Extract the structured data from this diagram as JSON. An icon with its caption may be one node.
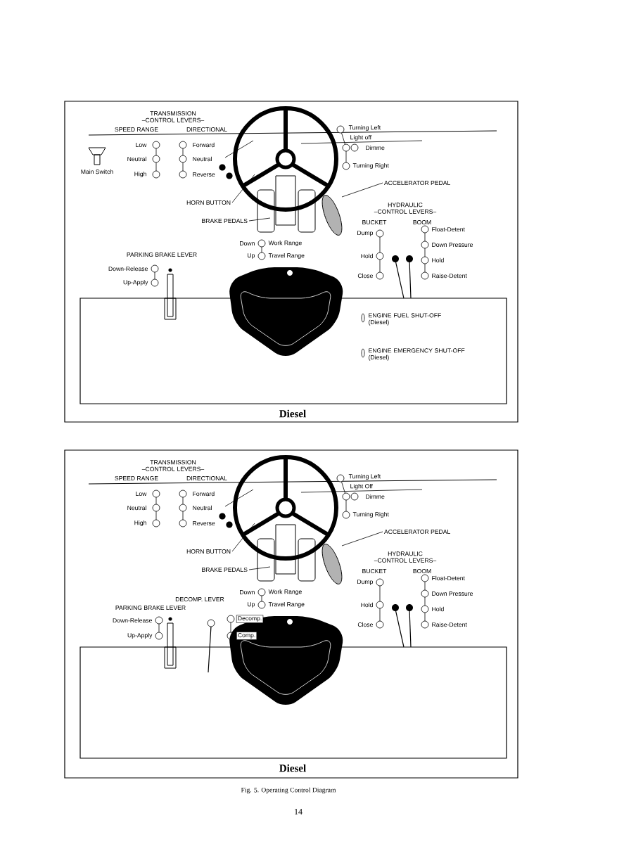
{
  "diagram": {
    "caption": "Fig. 5. Operating Control Diagram",
    "nodes": [
      {
        "text": [
          "HORN BUTTON"
        ]
      },
      {
        "text": [
          "BRAKE PEDALS"
        ]
      },
      {
        "text": [
          "ACCELERATOR PEDAL"
        ]
      },
      {
        "text": [
          "HORN BUTTON"
        ]
      },
      {
        "text": [
          "BRAKE PEDALS"
        ]
      },
      {
        "text": [
          "ACCELERATOR PEDAL"
        ]
      }
    ],
    "edges": [
      {
        "from": 0,
        "to": null,
        "arrow": "none"
      },
      {
        "from": 1,
        "to": null,
        "arrow": "none"
      },
      {
        "from": 2,
        "to": null,
        "arrow": "none"
      },
      {
        "from": 3,
        "to": null,
        "arrow": "none"
      },
      {
        "from": 4,
        "to": null,
        "arrow": "none"
      },
      {
        "from": 5,
        "to": null,
        "arrow": "none"
      }
    ],
    "labels": [
      "TRANSMISSION –CONTROL LEVERS–",
      "SPEED RANGE",
      "DIRECTIONAL",
      "Main Switch",
      "Low",
      "Neutral",
      "High",
      "Forward",
      "Neutral",
      "Reverse",
      "Turning Left",
      "Light off",
      "Dimme",
      "Turning Right",
      "HYDRAULIC –CONTROL LEVERS–",
      "BUCKET",
      "BOOM",
      "Dump",
      "Float-Detent",
      "Down Pressure",
      "Hold",
      "Hold",
      "Close",
      "Raise-Detent",
      "Down",
      "Work Range",
      "PARKING BRAKE LEVER",
      "Up",
      "Travel Range",
      "Down-Release",
      "Up-Apply",
      "ENGINE FUEL SHUT-OFF (Diesel)",
      "ENGINE EMERGENCY SHUT-OFF (Diesel)",
      "Diesel",
      "TRANSMISSION –CONTROL LEVERS–",
      "SPEED RANGE",
      "DIRECTIONAL",
      "Low",
      "Neutral",
      "High",
      "Forward",
      "Neutral",
      "Reverse",
      "Turning Left",
      "Light Off",
      "Dimme",
      "Turning Right",
      "HYDRAULIC –CONTROL LEVERS–",
      "BUCKET",
      "BOOM",
      "Dump",
      "Float-Detent",
      "Down Pressure",
      "Hold",
      "Hold",
      "Close",
      "Raise-Detent",
      "Down",
      "Work Range",
      "DECOMP. LEVER",
      "Up",
      "Travel Range",
      "PARKING BRAKE LEVER",
      "Down-Release",
      "Decomp.",
      "Up-Apply",
      "Comp.",
      "Diesel",
      "14"
    ]
  }
}
